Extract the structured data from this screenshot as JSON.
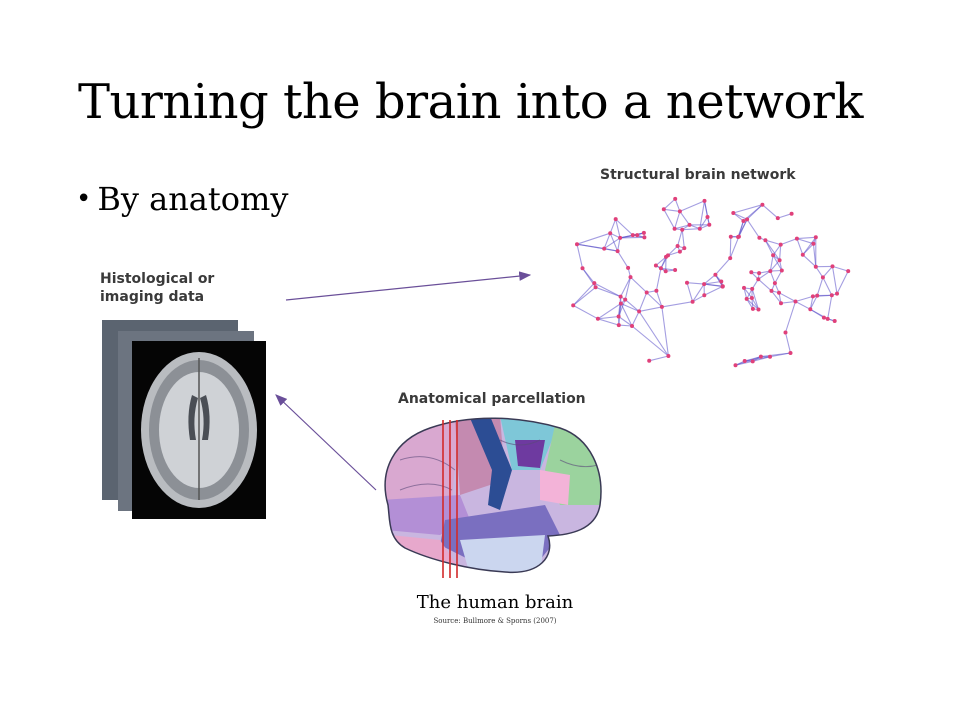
{
  "title": "Turning the brain into a network",
  "bullet": {
    "marker": "•",
    "text": "By anatomy"
  },
  "panels": {
    "histological": {
      "line1": "Histological or",
      "line2": "imaging data"
    },
    "structural": {
      "label": "Structural brain network"
    },
    "parcellation": {
      "label": "Anatomical parcellation"
    }
  },
  "caption": "The human brain",
  "source": "Source: Bullmore & Sporns (2007)",
  "colors": {
    "arrow": "#6a4f99",
    "network_edges": "#5a4fc9",
    "network_nodes": "#e0407a",
    "slice_back": "#5b6470",
    "cut_lines": "#d22a2a"
  }
}
